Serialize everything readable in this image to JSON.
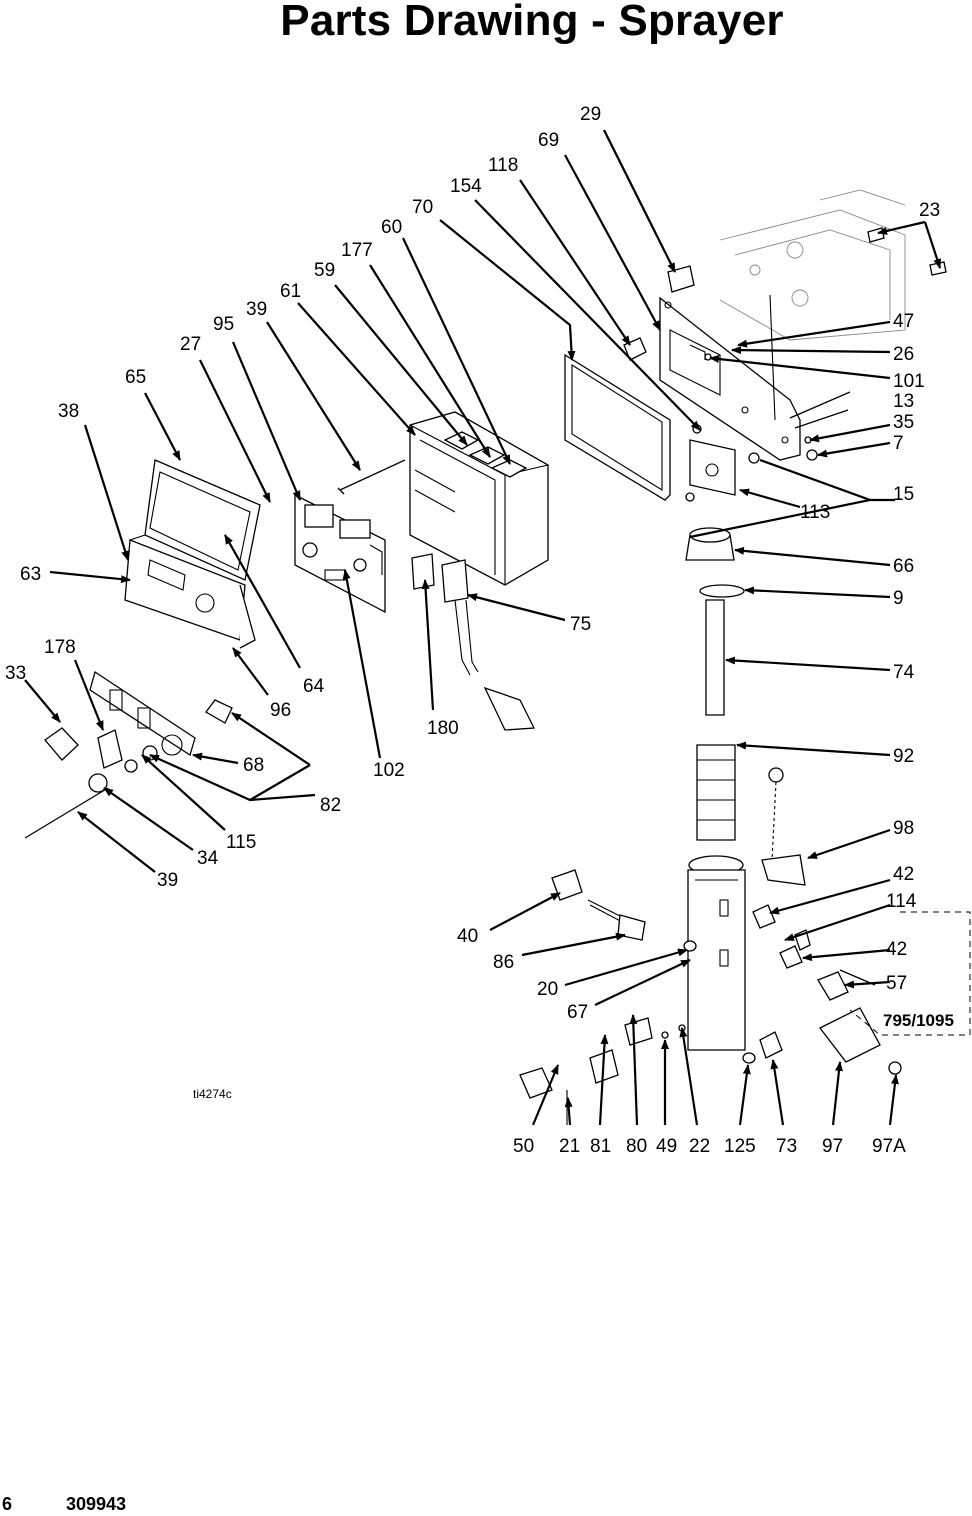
{
  "title": "Parts Drawing - Sprayer",
  "drawing_id": "ti4274c",
  "footer": {
    "page": "6",
    "doc": "309943"
  },
  "model_note": "795/1095",
  "callouts": [
    "29",
    "69",
    "118",
    "154",
    "70",
    "60",
    "177",
    "59",
    "61",
    "39",
    "95",
    "27",
    "65",
    "38",
    "63",
    "23",
    "47",
    "26",
    "101",
    "13",
    "35",
    "7",
    "15",
    "113",
    "66",
    "9",
    "74",
    "92",
    "98",
    "42",
    "114",
    "42",
    "57",
    "75",
    "180",
    "102",
    "64",
    "96",
    "178",
    "33",
    "68",
    "82",
    "115",
    "34",
    "39",
    "40",
    "86",
    "20",
    "67",
    "50",
    "21",
    "81",
    "80",
    "49",
    "22",
    "125",
    "73",
    "97",
    "97A"
  ]
}
